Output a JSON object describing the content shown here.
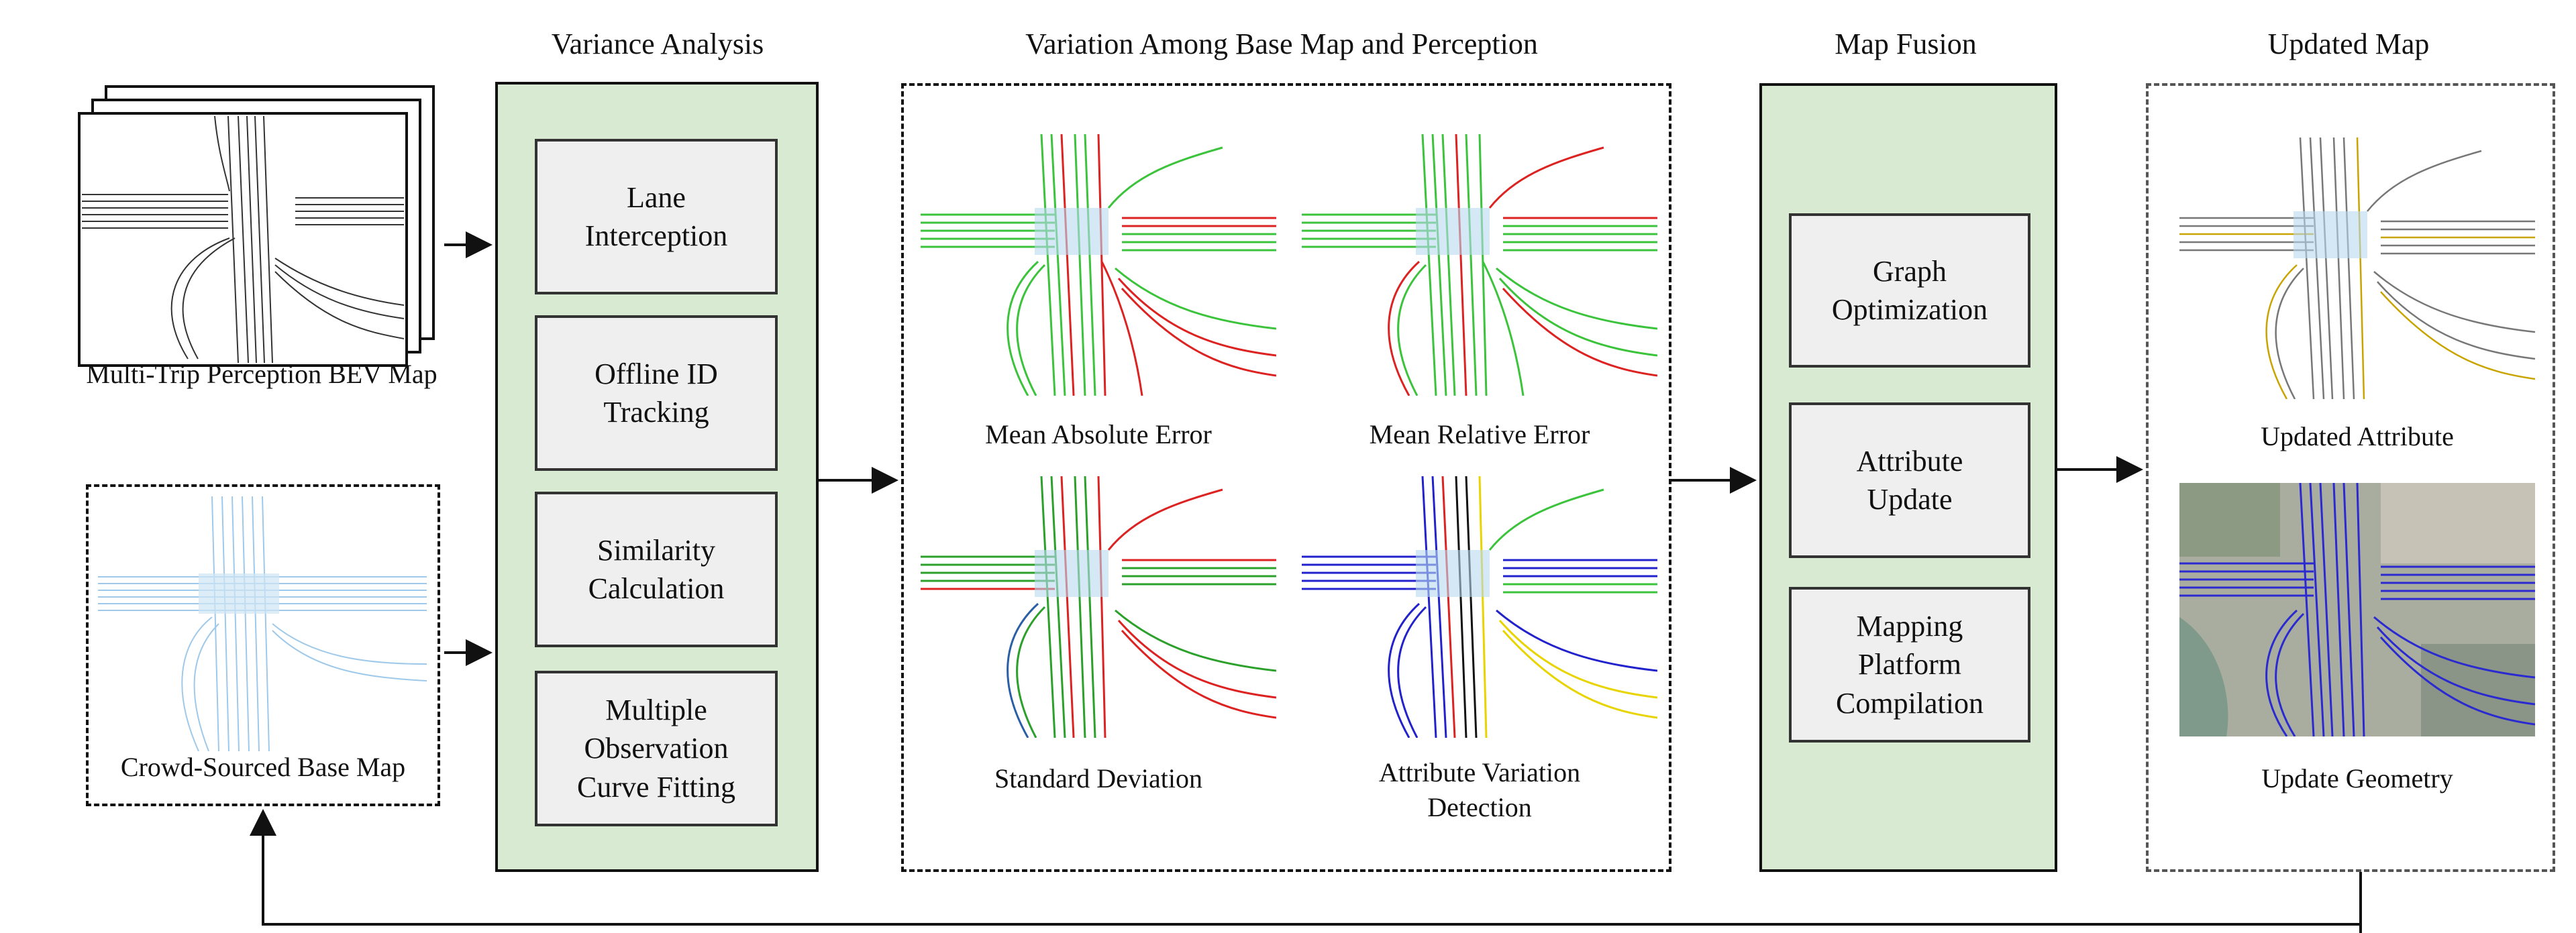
{
  "titles": {
    "variance": "Variance Analysis",
    "variation": "Variation Among Base Map and Perception",
    "fusion": "Map Fusion",
    "updated": "Updated Map"
  },
  "inputs": {
    "perception_caption": "Multi-Trip Perception BEV Map",
    "base_caption": "Crowd-Sourced Base Map"
  },
  "variance_steps": [
    "Lane\nInterception",
    "Offline ID\nTracking",
    "Similarity\nCalculation",
    "Multiple\nObservation\nCurve Fitting"
  ],
  "variation_panels": [
    "Mean Absolute Error",
    "Mean Relative Error",
    "Standard Deviation",
    "Attribute Variation\nDetection"
  ],
  "fusion_steps": [
    "Graph\nOptimization",
    "Attribute\nUpdate",
    "Mapping\nPlatform\nCompilation"
  ],
  "updated_panels": [
    "Updated Attribute",
    "Update Geometry"
  ],
  "colors": {
    "panel_green": "#d9ead3",
    "step_grey": "#efefef",
    "lane_green": "#3cc33c",
    "lane_red": "#dd2222",
    "lane_blue": "#2222cc",
    "lane_yellow": "#e8d400",
    "lane_grey": "#777777",
    "lane_lightblue": "#9ec9ea"
  },
  "icons": [
    "arrow-right-icon",
    "feedback-arrow-icon"
  ]
}
